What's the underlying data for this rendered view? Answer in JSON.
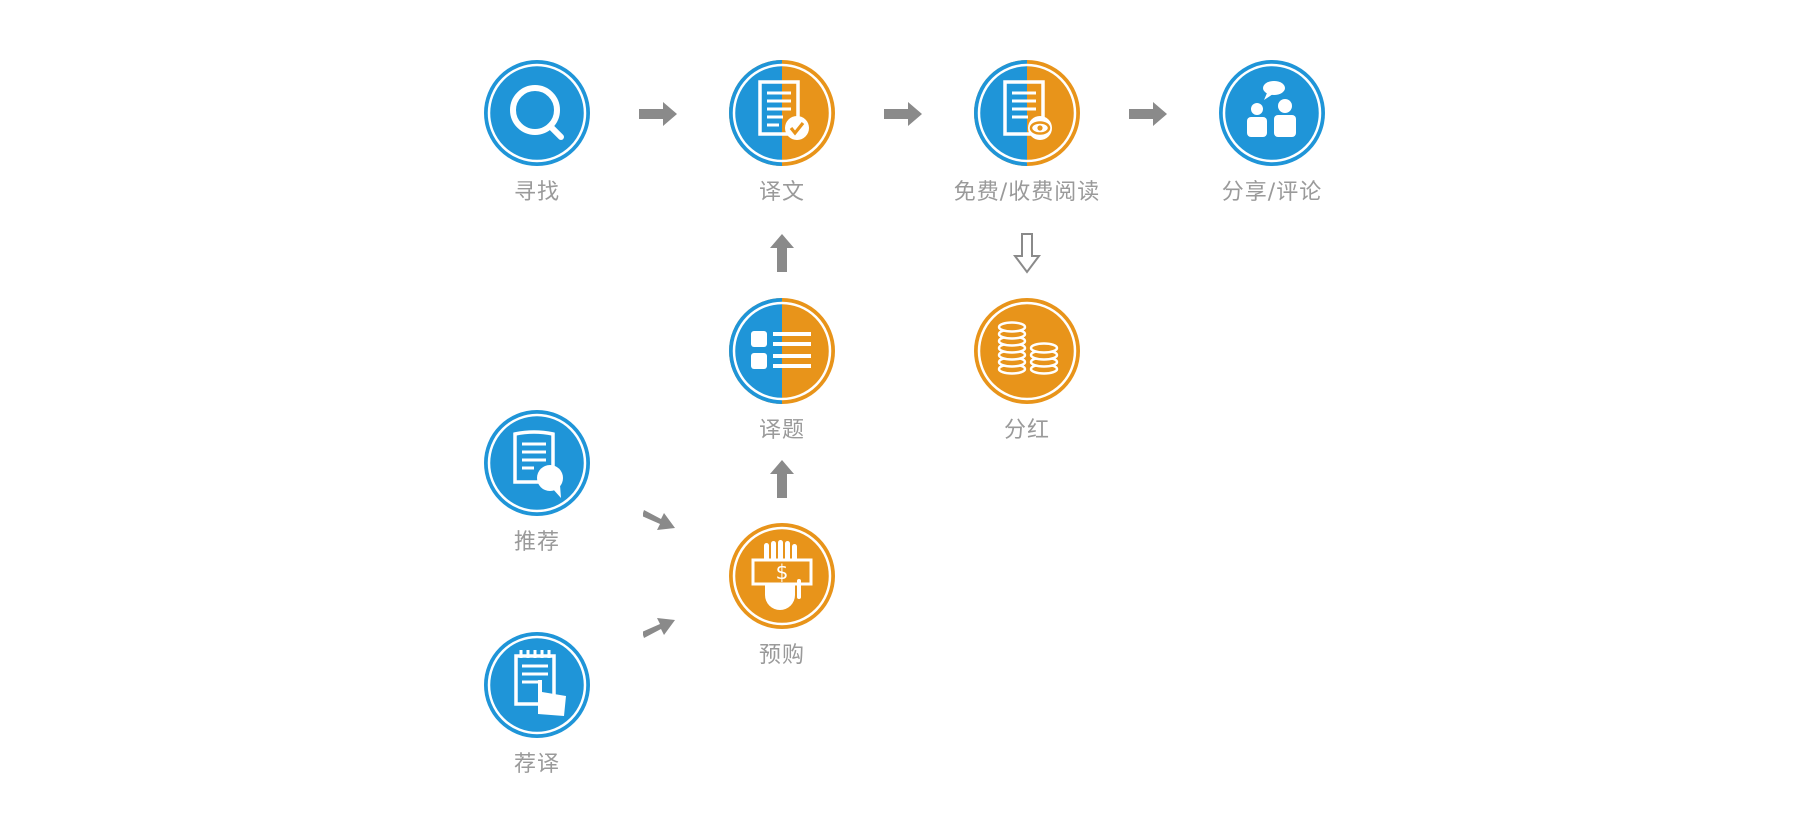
{
  "colors": {
    "blue": "#1f95d8",
    "orange": "#e8941a",
    "arrow": "#8a8a8a",
    "label": "#9a9a9a"
  },
  "nodes": {
    "search": {
      "label": "寻找",
      "icon": "magnifier-icon"
    },
    "translate": {
      "label": "译文",
      "icon": "document-check-icon"
    },
    "read": {
      "label": "免费/收费阅读",
      "icon": "document-eye-icon"
    },
    "share": {
      "label": "分享/评论",
      "icon": "people-chat-icon"
    },
    "topic": {
      "label": "译题",
      "icon": "list-grid-icon"
    },
    "dividend": {
      "label": "分红",
      "icon": "coins-icon"
    },
    "recommend": {
      "label": "推荐",
      "icon": "document-speech-icon"
    },
    "preorder": {
      "label": "预购",
      "icon": "hand-money-icon"
    },
    "suggest": {
      "label": "荐译",
      "icon": "notepad-hand-icon"
    }
  }
}
